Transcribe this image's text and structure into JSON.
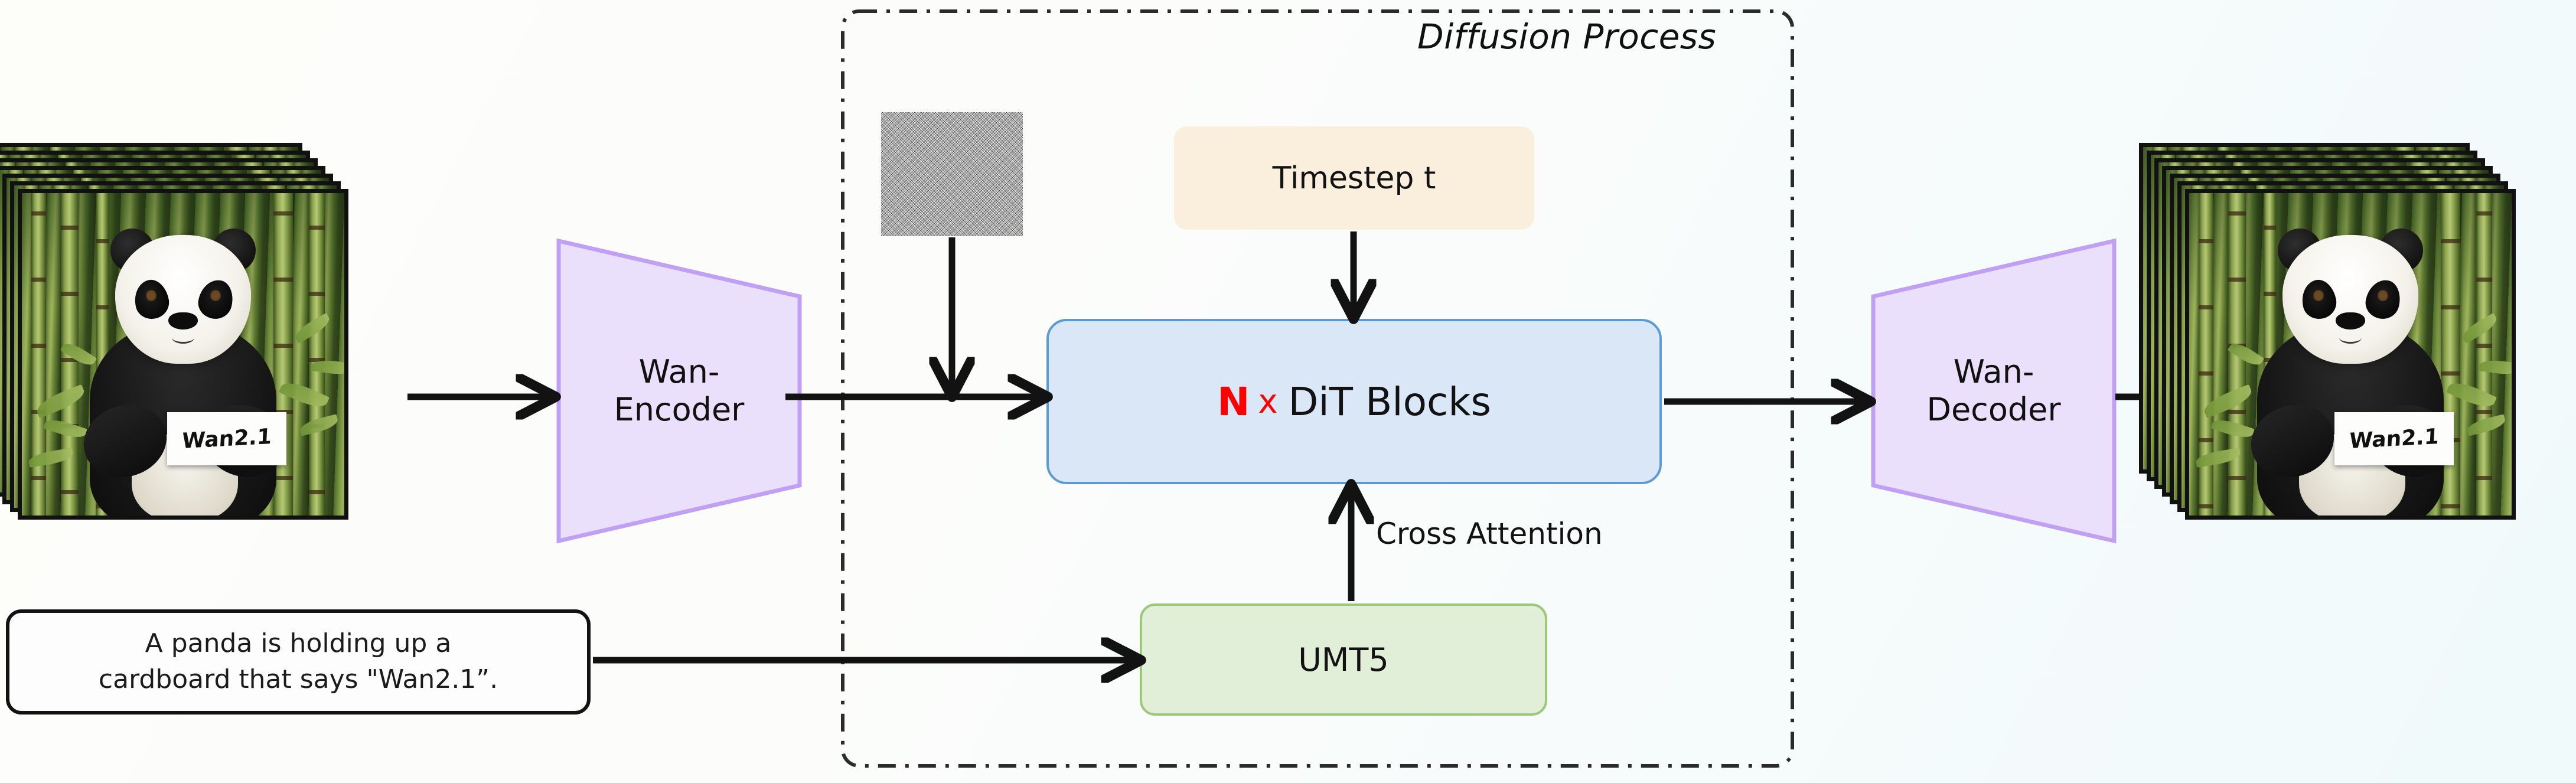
{
  "diagram": {
    "title": "Wan2.1 text-to-video diffusion architecture",
    "background_start_color": "#FDFDFA",
    "background_end_color": "#F0FAFB"
  },
  "diffusion_region": {
    "label": "Diffusion Process",
    "border_style": "dash-dot",
    "border_color": "#2B2B2B"
  },
  "nodes": {
    "noise": {
      "name": "gaussian-noise-latent",
      "label": ""
    },
    "timestep": {
      "label": "Timestep t",
      "fill": "#FAEEDC"
    },
    "dit": {
      "repeat_symbol": "N",
      "times_symbol": "x",
      "label": "DiT Blocks",
      "fill": "#D9E7F7",
      "border": "#5A9BD5",
      "repeat_color": "#FF0000"
    },
    "umt5": {
      "label": "UMT5",
      "fill": "#E1EFD9",
      "border": "#9CC878"
    },
    "encoder": {
      "label": "Wan-\nEncoder",
      "fill": "#EAE0FB",
      "border": "#C0A0F5"
    },
    "decoder": {
      "label": "Wan-\nDecoder",
      "fill": "#EAE0FB",
      "border": "#C0A0F5"
    },
    "prompt": {
      "line1": "A panda is holding up a",
      "line2": "cardboard that says \"Wan2.1”.",
      "full_text": "A panda is holding up a cardboard that says \"Wan2.1”."
    }
  },
  "edges": {
    "cross_attention_label": "Cross Attention"
  },
  "media": {
    "input_frames": {
      "name": "input-video-frame-stack",
      "frame_count": 7,
      "card_text": "Wan2.1",
      "description": "panda holding a cardboard sign in a bamboo forest"
    },
    "output_frames": {
      "name": "output-video-frame-stack",
      "frame_count": 7,
      "card_text": "Wan2.1",
      "description": "panda holding a cardboard sign in a bamboo forest"
    }
  }
}
